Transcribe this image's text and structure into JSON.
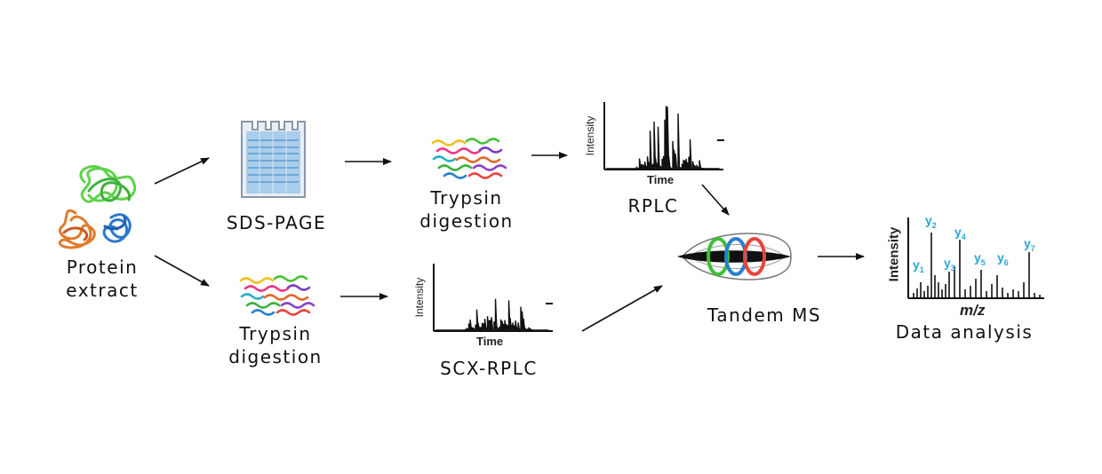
{
  "labels": {
    "protein_line1": "Protein",
    "protein_line2": "extract",
    "sds_page": "SDS-PAGE",
    "trypsin_top_line1": "Trypsin",
    "trypsin_top_line2": "digestion",
    "rplc": "RPLC",
    "trypsin_bottom_line1": "Trypsin",
    "trypsin_bottom_line2": "digestion",
    "scx_rplc": "SCX-RPLC",
    "tandem_ms": "Tandem MS",
    "data_analysis": "Data analysis"
  },
  "chromatogram_axes": {
    "y": "Intensity",
    "x": "Time"
  },
  "spectrum_axes": {
    "y": "Intensity",
    "x": "m/z"
  },
  "ions": [
    "y",
    "y",
    "y",
    "y",
    "y",
    "y",
    "y"
  ],
  "ion_numbers": [
    "2",
    "4",
    "1",
    "3",
    "5",
    "6",
    "7"
  ],
  "colors": {
    "green": "#49c23a",
    "orange": "#e06a2a",
    "blue": "#2a7fd0",
    "red": "#e8453c",
    "gel": "#9cc7ea",
    "ion": "#2aa6d8"
  }
}
